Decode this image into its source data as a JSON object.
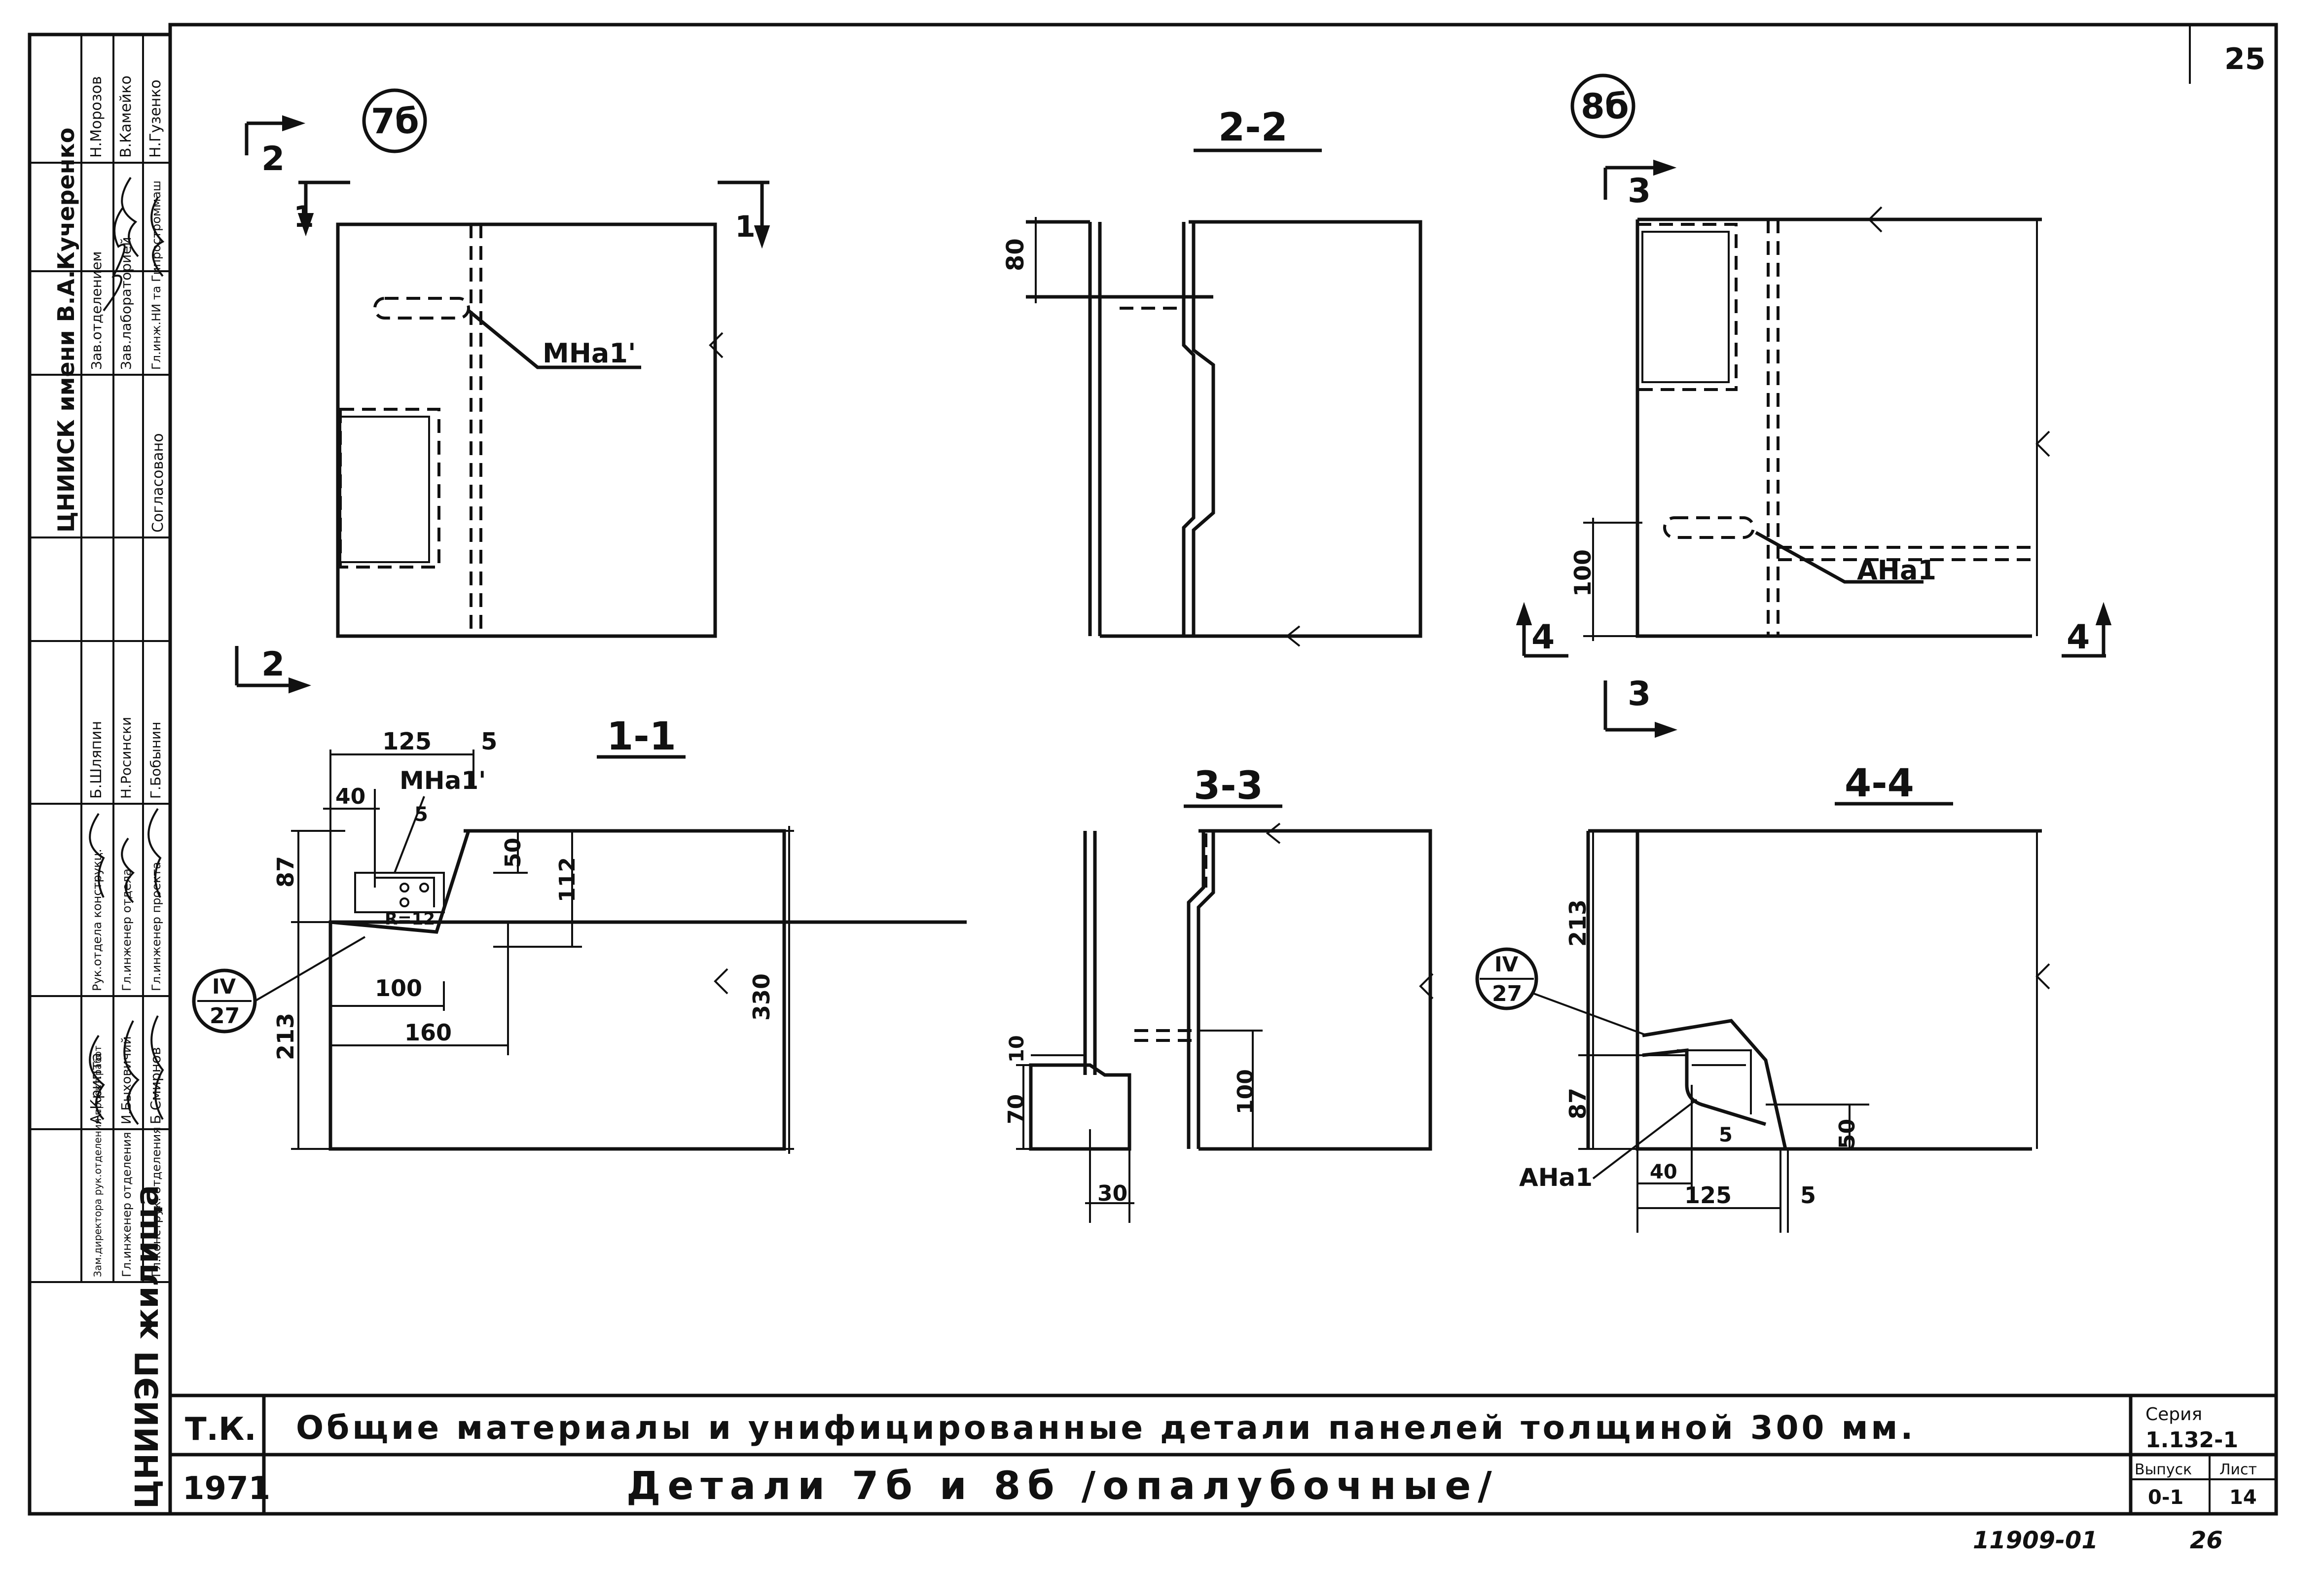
{
  "sheet_number": "25",
  "footer_number": "26",
  "archive_number": "11909-01",
  "title_block": {
    "org": "ЦНИИЭП жилища",
    "code": "Т.К.",
    "year": "1971",
    "title_line1": "Общие материалы и унифицированные детали панелей толщиной 300 мм.",
    "title_line2": "Детали 7б и 8б /опалубочные/",
    "series_label": "Серия",
    "series_value": "1.132-1",
    "issue_label": "Выпуск",
    "issue_value": "0-1",
    "sheet_label": "Лист",
    "sheet_value": "14"
  },
  "side_stamp": {
    "institute": "ЦНИИСК имени В.А.Кучеренко",
    "agreed": "Согласовано",
    "rows": [
      {
        "role": "Зав.отделением",
        "name": "Н.Морозов"
      },
      {
        "role": "Зав.лабораторией",
        "name": "В.Камейко"
      },
      {
        "role": "Гл.инж.НИ та Гипростроммаш",
        "name": "Н.Гузенко"
      }
    ],
    "col2": [
      {
        "role": "Рук.отдела конструкц.",
        "name": "Б.Шляпин"
      },
      {
        "role": "Гл.инженер отдела",
        "name": "Н.Росински"
      },
      {
        "role": "Гл.инженер проекта",
        "name": "Г.Бобынин"
      }
    ],
    "col3": [
      {
        "role": "Зам.директора рук.отделения проект.работ",
        "name": "А.Крипта"
      },
      {
        "role": "Гл.инженер отделения",
        "name": "И.Быховичий"
      },
      {
        "role": "Гл.конструк. отделения",
        "name": "Б.Смирнов"
      }
    ]
  },
  "details": {
    "d7": {
      "label": "7б",
      "marks": [
        "2",
        "2",
        "1",
        "1"
      ],
      "callout": "МНа1'"
    },
    "s22": {
      "label": "2-2",
      "dims": [
        "80"
      ]
    },
    "d8": {
      "label": "8б",
      "marks": [
        "3",
        "3",
        "4",
        "4"
      ],
      "callout": "АНа1",
      "dims": [
        "100"
      ]
    },
    "s11": {
      "label": "1-1",
      "callout": "МНа1'",
      "radius": "R=12",
      "dims": [
        "125",
        "5",
        "40",
        "5",
        "50",
        "112",
        "87",
        "213",
        "100",
        "160",
        "330"
      ],
      "ref_top": "IV",
      "ref_bottom": "27"
    },
    "s33": {
      "label": "3-3",
      "dims": [
        "10",
        "70",
        "30",
        "100"
      ]
    },
    "s44": {
      "label": "4-4",
      "callout": "АНа1",
      "dims": [
        "213",
        "87",
        "40",
        "125",
        "5",
        "5",
        "50"
      ],
      "ref_top": "IV",
      "ref_bottom": "27"
    }
  }
}
